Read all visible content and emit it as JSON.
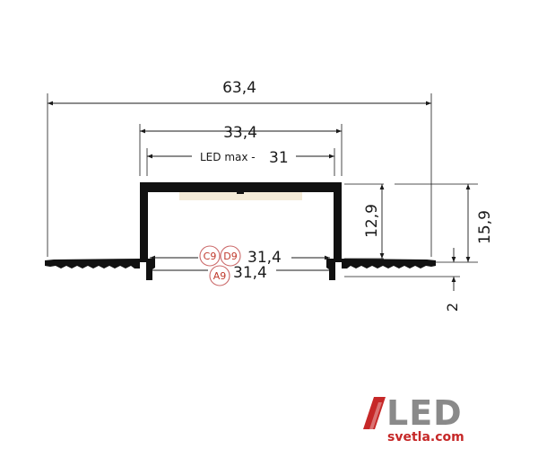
{
  "dimensions": {
    "overall_width": "63,4",
    "inner_width": "33,4",
    "led_max_label": "LED max -",
    "led_max_value": "31",
    "inner_height": "12,9",
    "total_height": "15,9",
    "flange_thickness": "2",
    "cover_width_top": "31,4",
    "cover_width_bottom": "31,4"
  },
  "cover_badges": {
    "c9": "C9",
    "d9": "D9",
    "a9": "A9"
  },
  "logo": {
    "main": "LED",
    "sub": "svetla.com"
  },
  "colors": {
    "profile": "#111111",
    "badge_text": "#c0392b",
    "badge_ring": "#cc6b6b",
    "logo_red": "#c62828",
    "logo_gray": "#8a8a8a",
    "led_strip": "#f3ead7",
    "line": "#1a1a1a"
  }
}
